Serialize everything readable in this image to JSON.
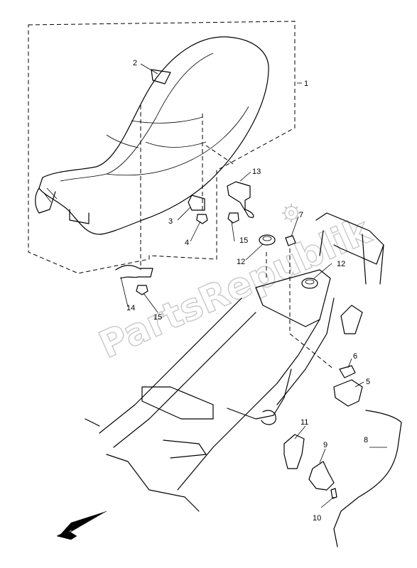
{
  "watermark": {
    "text": "PartsRepublik"
  },
  "callouts": [
    {
      "id": "c1",
      "text": "1"
    },
    {
      "id": "c2",
      "text": "2"
    },
    {
      "id": "c3",
      "text": "3"
    },
    {
      "id": "c4",
      "text": "4"
    },
    {
      "id": "c5",
      "text": "5"
    },
    {
      "id": "c6",
      "text": "6"
    },
    {
      "id": "c7",
      "text": "7"
    },
    {
      "id": "c8",
      "text": "8"
    },
    {
      "id": "c9",
      "text": "9"
    },
    {
      "id": "c10",
      "text": "10"
    },
    {
      "id": "c11",
      "text": "11"
    },
    {
      "id": "c12a",
      "text": "12"
    },
    {
      "id": "c12b",
      "text": "12"
    },
    {
      "id": "c13",
      "text": "13"
    },
    {
      "id": "c14",
      "text": "14"
    },
    {
      "id": "c15a",
      "text": "15"
    },
    {
      "id": "c15b",
      "text": "15"
    }
  ],
  "icons": {
    "front_direction": "front-arrow-icon",
    "watermark_gear": "gear-icon"
  }
}
